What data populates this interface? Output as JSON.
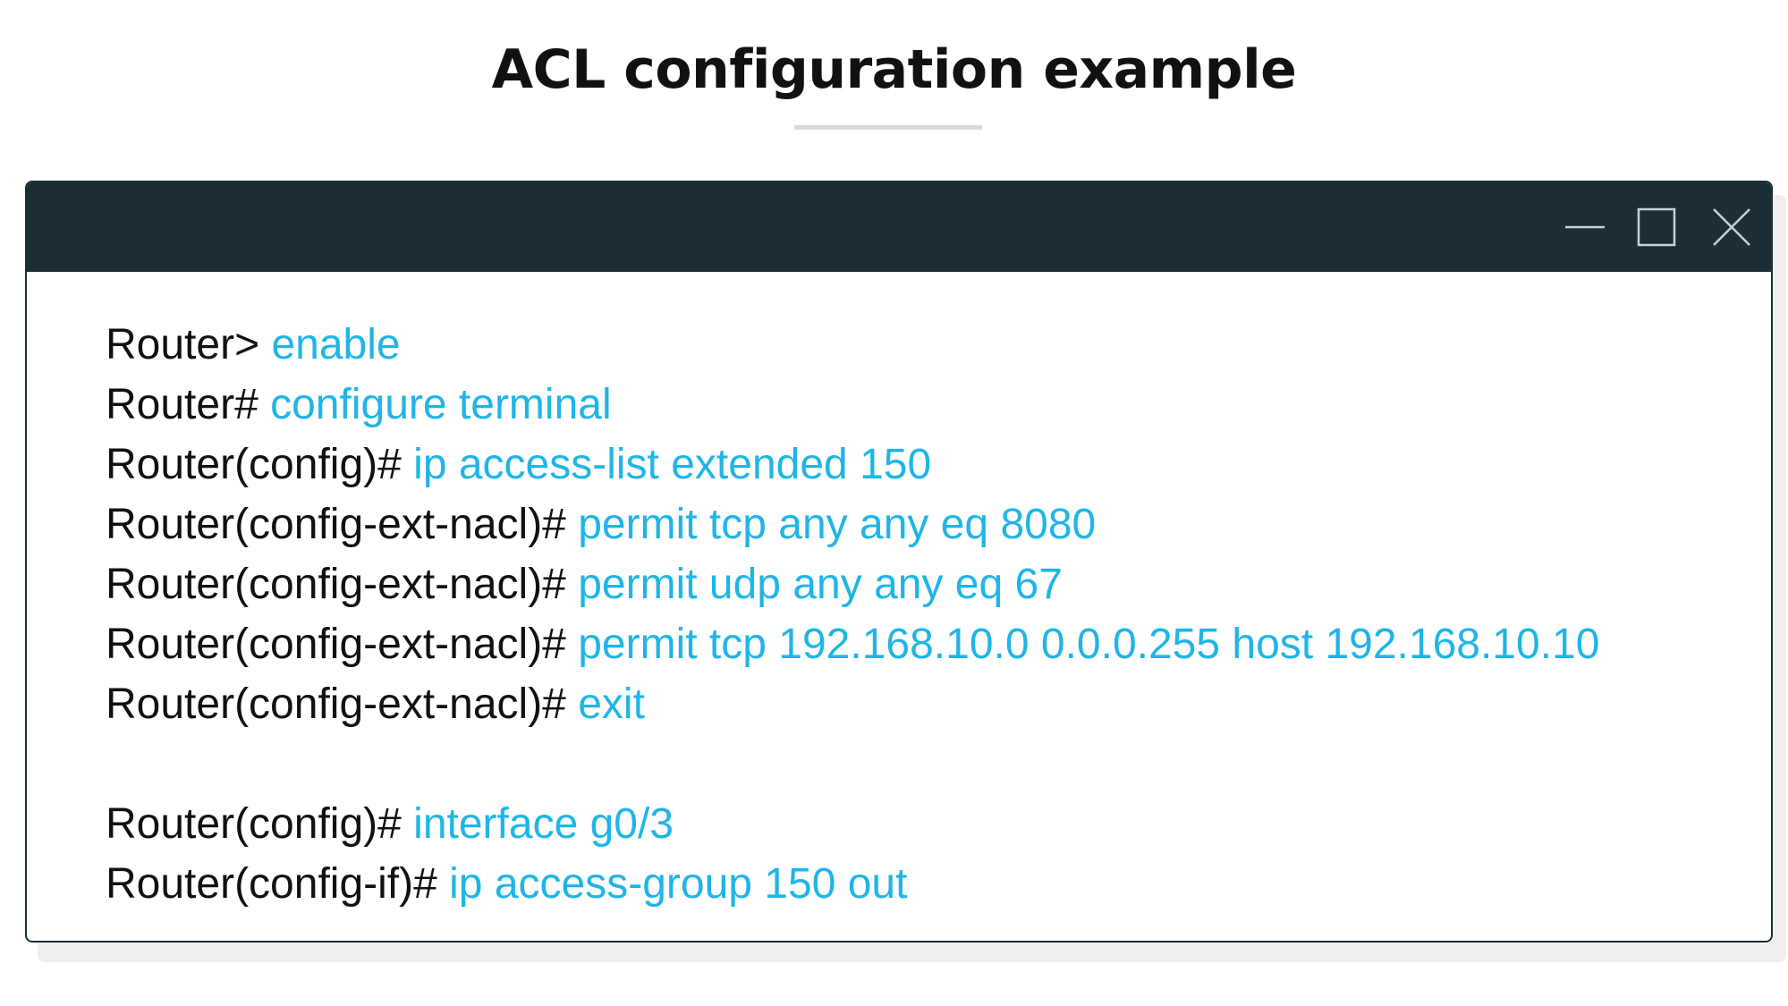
{
  "page": {
    "title": "ACL configuration example"
  },
  "window": {
    "controls": {
      "minimize": "minimize-icon",
      "maximize": "maximize-icon",
      "close": "close-icon"
    },
    "colors": {
      "titlebar": "#1b2e36",
      "prompt": "#111111",
      "command": "#1fb5e6"
    }
  },
  "terminal": {
    "lines": [
      {
        "prompt": "Router>",
        "command": "enable"
      },
      {
        "prompt": "Router#",
        "command": "configure terminal"
      },
      {
        "prompt": "Router(config)#",
        "command": "ip access-list extended 150"
      },
      {
        "prompt": "Router(config-ext-nacl)#",
        "command": "permit tcp any any eq 8080"
      },
      {
        "prompt": "Router(config-ext-nacl)#",
        "command": "permit udp any any eq 67"
      },
      {
        "prompt": "Router(config-ext-nacl)#",
        "command": "permit tcp 192.168.10.0 0.0.0.255 host 192.168.10.10"
      },
      {
        "prompt": "Router(config-ext-nacl)#",
        "command": "exit"
      },
      {
        "prompt": "Router(config)#",
        "command": "interface g0/3"
      },
      {
        "prompt": "Router(config-if)#",
        "command": "ip access-group 150 out"
      }
    ]
  }
}
